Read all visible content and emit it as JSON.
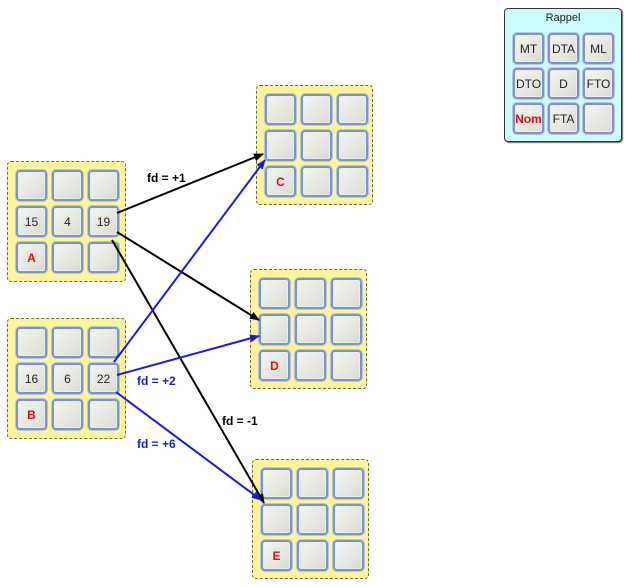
{
  "legend": {
    "title": "Rappel",
    "cells": [
      "MT",
      "DTA",
      "ML",
      "DTO",
      "D",
      "FTO",
      "Nom",
      "FTA",
      ""
    ],
    "highlight_index": 6
  },
  "boards": {
    "A": {
      "cells": [
        "",
        "",
        "",
        "15",
        "4",
        "19",
        "A",
        "",
        ""
      ]
    },
    "B": {
      "cells": [
        "",
        "",
        "",
        "16",
        "6",
        "22",
        "B",
        "",
        ""
      ]
    },
    "C": {
      "cells": [
        "",
        "",
        "",
        "",
        "",
        "",
        "C",
        "",
        ""
      ]
    },
    "D": {
      "cells": [
        "",
        "",
        "",
        "",
        "",
        "",
        "D",
        "",
        ""
      ]
    },
    "E": {
      "cells": [
        "",
        "",
        "",
        "",
        "",
        "",
        "E",
        "",
        ""
      ]
    }
  },
  "arrows": [
    {
      "from": "A",
      "to": "C",
      "color": "black",
      "label": "fd = +1"
    },
    {
      "from": "A",
      "to": "D",
      "color": "black",
      "label": ""
    },
    {
      "from": "A",
      "to": "E",
      "color": "black",
      "label": "fd = -1"
    },
    {
      "from": "B",
      "to": "C",
      "color": "blue",
      "label": ""
    },
    {
      "from": "B",
      "to": "D",
      "color": "blue",
      "label": "fd = +2"
    },
    {
      "from": "B",
      "to": "E",
      "color": "blue",
      "label": "fd = +6"
    }
  ],
  "colors": {
    "black_arrow": "#000000",
    "blue_arrow": "#1a1ad8",
    "name_red": "#e01010",
    "board_fill": "#fbf59a",
    "legend_fill": "#ccfcfc"
  }
}
